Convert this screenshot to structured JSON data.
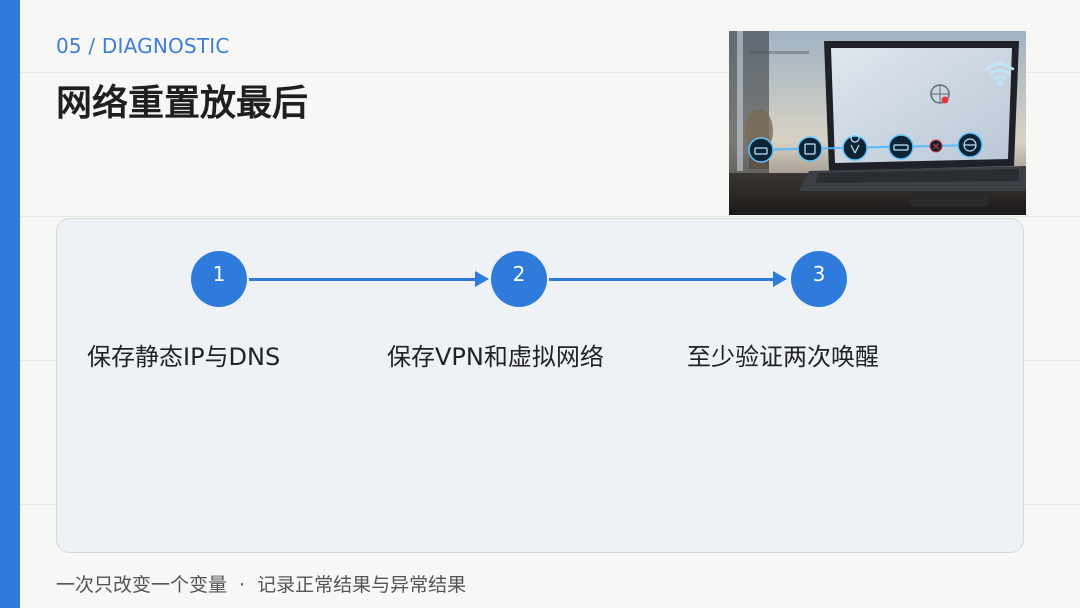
{
  "header": {
    "kicker": "05 / DIAGNOSTIC",
    "title": "网络重置放最后"
  },
  "photo": {
    "description_icons": [
      "router-icon",
      "chip-icon",
      "location-pin-icon",
      "router-icon",
      "error-x-icon",
      "globe-icon"
    ],
    "wifi_icon": "wifi-icon"
  },
  "steps": [
    {
      "number": "1",
      "label": "保存静态IP与DNS"
    },
    {
      "number": "2",
      "label": "保存VPN和虚拟网络"
    },
    {
      "number": "3",
      "label": "至少验证两次唤醒"
    }
  ],
  "footer": {
    "left": "一次只改变一个变量",
    "separator": "·",
    "right": "记录正常结果与异常结果"
  },
  "colors": {
    "accent": "#2f7bdc",
    "panel_bg": "#eef2f6",
    "panel_border": "#cfd7df",
    "error": "#e0393e"
  }
}
